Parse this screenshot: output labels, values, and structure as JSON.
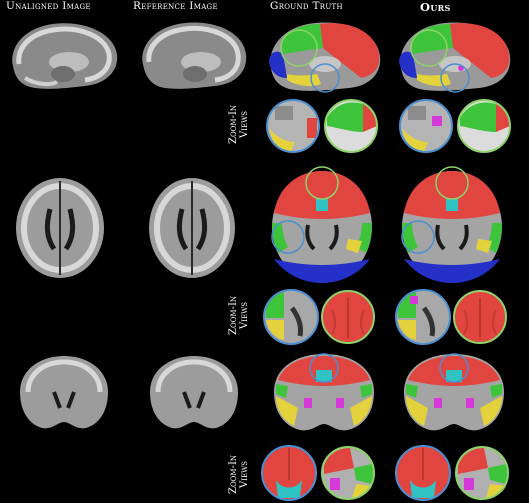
{
  "columns": {
    "unaligned": "Unaligned Image",
    "reference": "Reference Image",
    "ground_truth": "Ground Truth",
    "ours": "Ours"
  },
  "zoom_label": [
    "Zoom-In",
    "Views"
  ],
  "views": [
    "sagittal",
    "axial",
    "coronal"
  ],
  "colors": {
    "red": "#e0453f",
    "green": "#3ec43a",
    "blue": "#2430c8",
    "yellow": "#e3d23c",
    "cyan": "#2fc3c3",
    "magenta": "#d53ad8",
    "circle_blue": "#4b8fd0",
    "circle_green": "#8ed36a"
  }
}
